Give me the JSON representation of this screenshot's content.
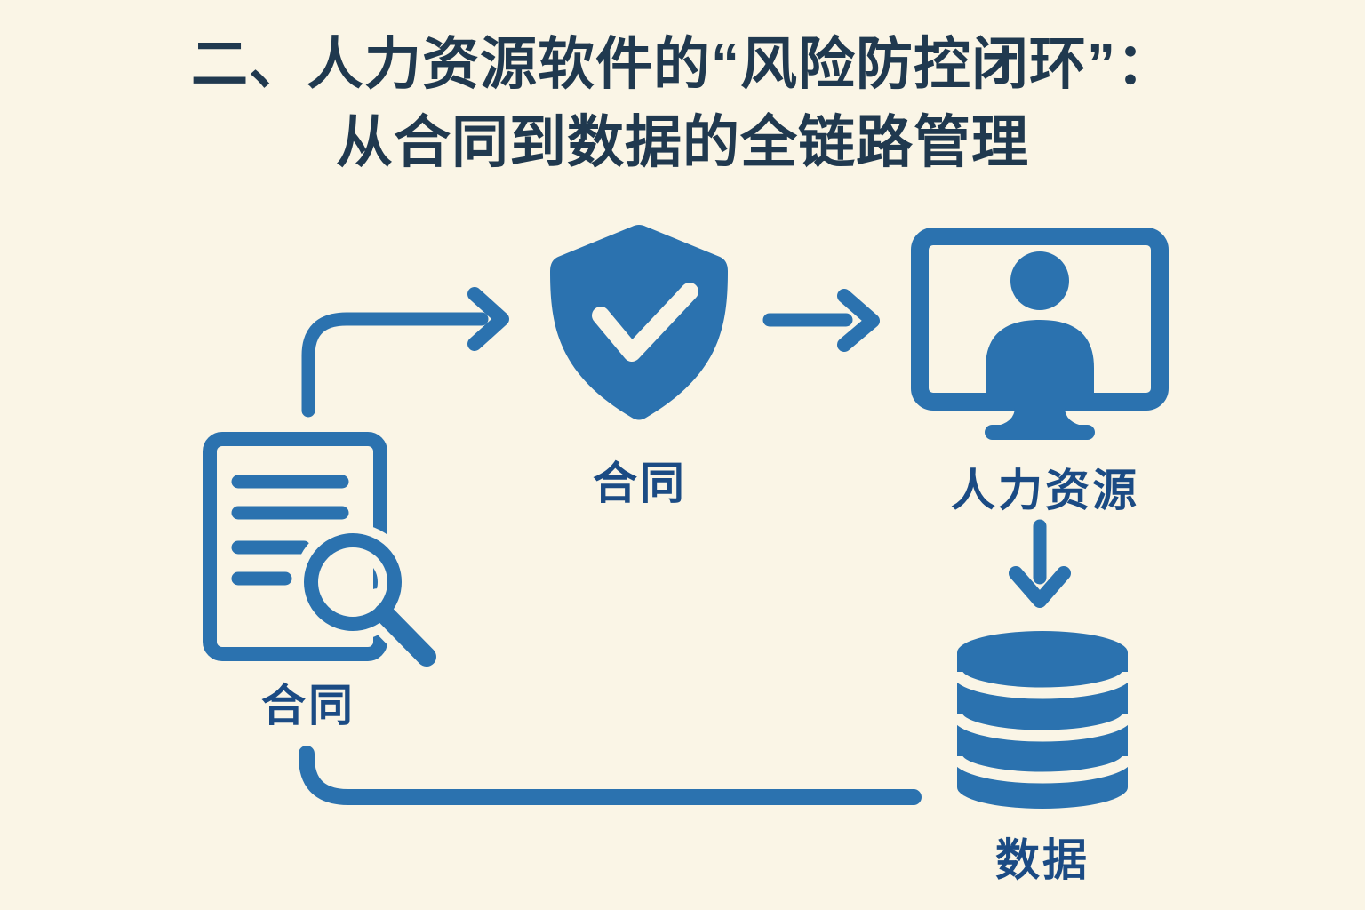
{
  "title": {
    "line1": "二、人力资源软件的“风险防控闭环”：",
    "line2": "从合同到数据的全链路管理"
  },
  "nodes": [
    {
      "id": "contract-review",
      "label": "合同",
      "icon": "document-search-icon"
    },
    {
      "id": "contract-shield",
      "label": "合同",
      "icon": "shield-check-icon"
    },
    {
      "id": "human-resources",
      "label": "人力资源",
      "icon": "monitor-user-icon"
    },
    {
      "id": "data-store",
      "label": "数据",
      "icon": "database-icon"
    }
  ],
  "flow": [
    {
      "from": "合同（文档审查）",
      "to": "合同（风险防控）"
    },
    {
      "from": "合同（风险防控）",
      "to": "人力资源"
    },
    {
      "from": "人力资源",
      "to": "数据"
    },
    {
      "from": "数据",
      "to": "合同（文档审查）"
    }
  ],
  "colors": {
    "background": "#FAF5E6",
    "icon_blue": "#2B72AF",
    "label_navy": "#1B4B84",
    "title_navy": "#20394F"
  }
}
